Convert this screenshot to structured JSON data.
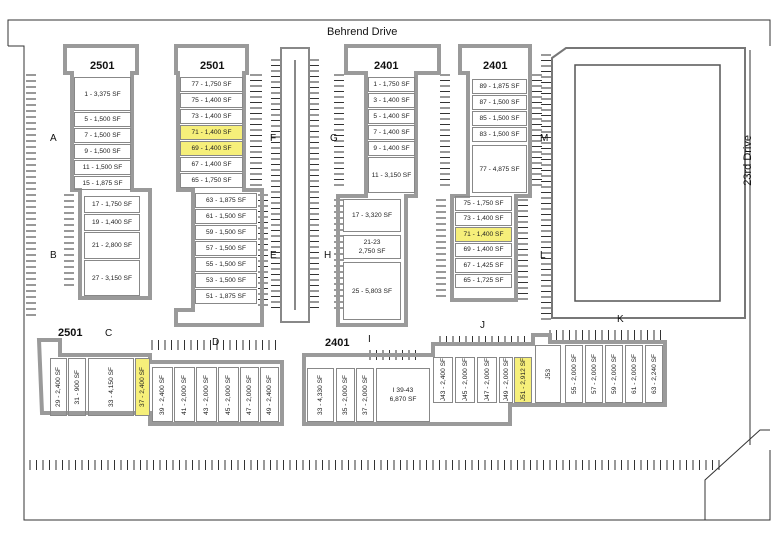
{
  "streets": {
    "behrend": "Behrend Drive",
    "twentythird": "23rd Drive"
  },
  "buildings": {
    "b1_label": "2501",
    "b2_label": "2501",
    "b3_label": "2401",
    "b4_label": "2401",
    "b5_label": "2501",
    "b6_label": "2401"
  },
  "sections": {
    "A": "A",
    "B": "B",
    "C": "C",
    "D": "D",
    "E": "E",
    "F": "F",
    "G": "G",
    "H": "H",
    "I": "I",
    "J": "J",
    "K": "K",
    "L": "L",
    "M": "M"
  },
  "colors": {
    "highlight": "#f6ef7a",
    "wall": "#9a9a9a",
    "line": "#333333"
  },
  "units": {
    "b1": [
      "1 - 3,375 SF",
      "5 - 1,500 SF",
      "7 - 1,500 SF",
      "9 - 1,500 SF",
      "11 - 1,500 SF",
      "15 - 1,875 SF"
    ],
    "b1s": [
      "17 - 1,750 SF",
      "19 - 1,400 SF",
      "21 - 2,800 SF",
      "27 - 3,150 SF"
    ],
    "b2": [
      "77 - 1,750 SF",
      "75 - 1,400 SF",
      "73 - 1,400 SF",
      "71 - 1,400 SF",
      "69 - 1,400 SF",
      "67 - 1,400 SF",
      "65 - 1,750 SF"
    ],
    "b2s": [
      "63 - 1,875 SF",
      "61 - 1,500 SF",
      "59 - 1,500 SF",
      "57 - 1,500 SF",
      "55 - 1,500 SF",
      "53 - 1,500 SF",
      "51 - 1,875 SF"
    ],
    "b3": [
      "1 - 1,750 SF",
      "3 - 1,400 SF",
      "5 - 1,400 SF",
      "7 - 1,400 SF",
      "9 - 1,400 SF",
      "11 - 3,150 SF"
    ],
    "b3s_a": "17 - 3,320 SF",
    "b3s_b1": "21-23",
    "b3s_b2": "2,750 SF",
    "b3s_c": "25 - 5,803 SF",
    "b4": [
      "89 - 1,875 SF",
      "87 - 1,500 SF",
      "85 - 1,500 SF",
      "83 - 1,500 SF",
      "77 - 4,875 SF"
    ],
    "b4s": [
      "75 - 1,750 SF",
      "73 - 1,400 SF",
      "71 - 1,400 SF",
      "69 - 1,400 SF",
      "67 - 1,425 SF",
      "65 - 1,725 SF"
    ],
    "b5": [
      "29 - 2,400 SF",
      "31 - 900 SF",
      "33 - 4,150 SF",
      "37 - 2,400 SF",
      "39 - 2,400 SF",
      "41 - 2,000 SF",
      "43 - 2,000 SF",
      "45 - 2,000 SF",
      "47 - 2,000 SF",
      "49 - 2,400 SF"
    ],
    "b6": [
      "33 - 4,330 SF",
      "35 - 2,000 SF",
      "37 - 2,000 SF"
    ],
    "b6_big1": "I 39-43",
    "b6_big2": "6,870 SF",
    "b6j": [
      "J43 - 2,400 SF",
      "J45 - 2,000 SF",
      "J47 - 2,000 SF",
      "J49 - 2,000 SF",
      "J51 - 2,912 SF",
      "J53"
    ],
    "b6k": [
      "55 - 2,000 SF",
      "57 - 2,000 SF",
      "59 - 2,000 SF",
      "61 - 2,000 SF",
      "63 - 2,240 SF"
    ]
  }
}
